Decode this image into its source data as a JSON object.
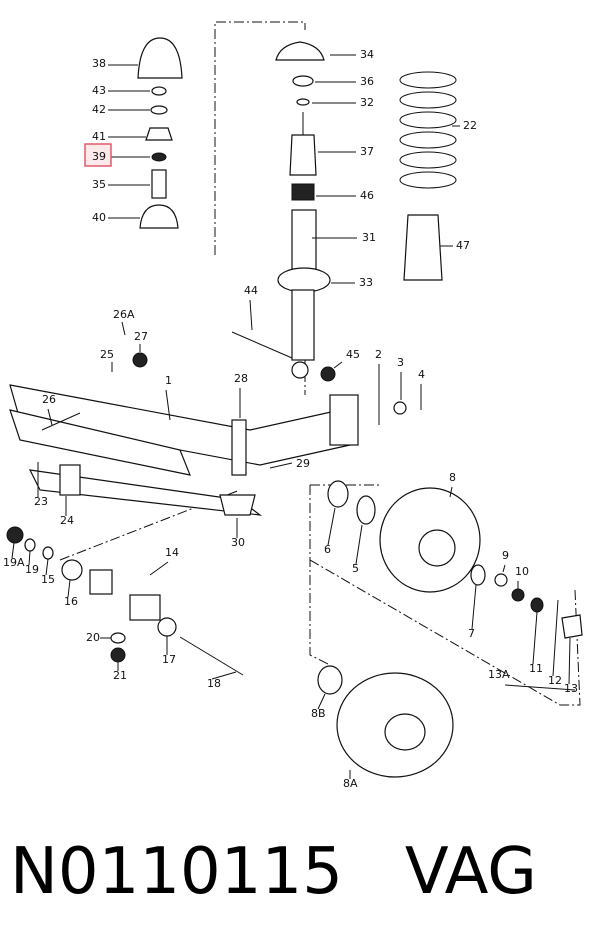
{
  "diagram": {
    "callouts": [
      "38",
      "43",
      "42",
      "41",
      "39",
      "35",
      "40",
      "34",
      "36",
      "32",
      "22",
      "37",
      "46",
      "31",
      "47",
      "33",
      "26A",
      "27",
      "25",
      "44",
      "45",
      "2",
      "3",
      "4",
      "1",
      "28",
      "26",
      "29",
      "23",
      "24",
      "8",
      "30",
      "6",
      "5",
      "9",
      "10",
      "19A",
      "19",
      "15",
      "16",
      "14",
      "7",
      "11",
      "12",
      "13",
      "13A",
      "20",
      "21",
      "17",
      "18",
      "8B",
      "8A"
    ],
    "highlighted": "39",
    "highlight_color": "#e05a6a"
  },
  "caption": {
    "part_number": "N0110115",
    "brand": "VAG"
  }
}
